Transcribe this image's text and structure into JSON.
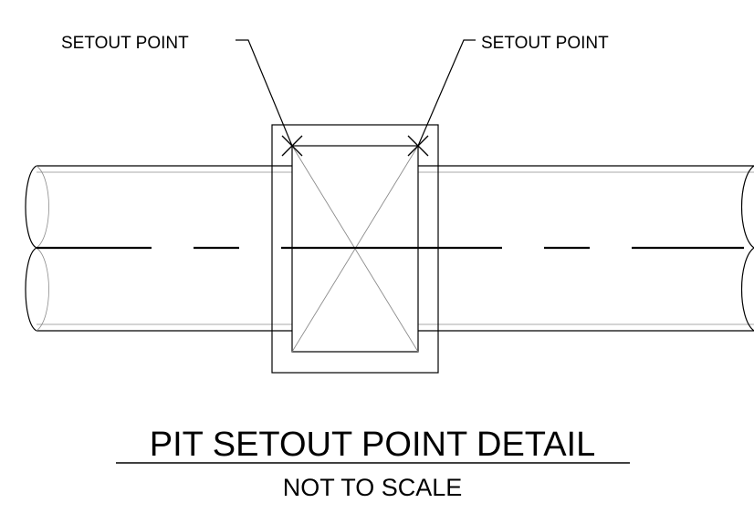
{
  "labels": {
    "setout_left": "SETOUT POINT",
    "setout_right": "SETOUT POINT"
  },
  "title": "PIT SETOUT POINT DETAIL",
  "subtitle": "NOT TO SCALE",
  "colors": {
    "line": "#000000",
    "light_line": "#8c8c8c",
    "background": "#ffffff"
  }
}
